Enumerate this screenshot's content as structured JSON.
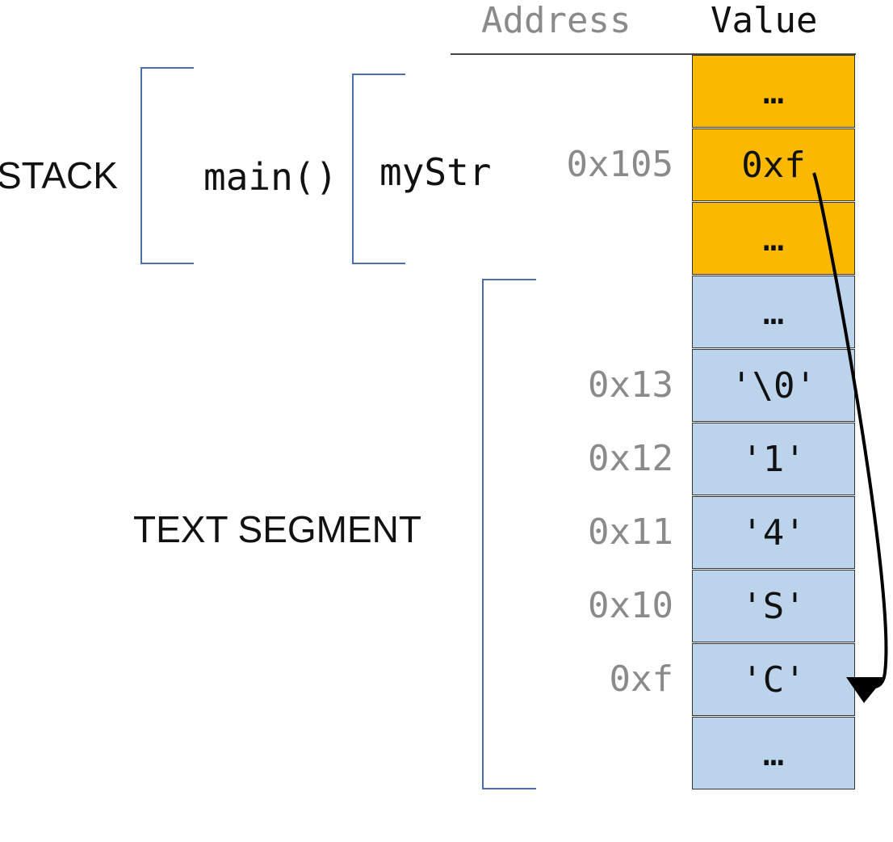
{
  "header": {
    "address": "Address",
    "value": "Value"
  },
  "labels": {
    "stack": "STACK",
    "main": "main()",
    "mystr": "myStr",
    "text_segment": "TEXT SEGMENT"
  },
  "colors": {
    "stack": "#fbb800",
    "text": "#bcd3ec",
    "bracket": "#4a6fb0"
  },
  "cells": [
    {
      "value": "…",
      "address": "",
      "region": "stack"
    },
    {
      "value": "0xf",
      "address": "0x105",
      "region": "stack"
    },
    {
      "value": "…",
      "address": "",
      "region": "stack"
    },
    {
      "value": "…",
      "address": "",
      "region": "text"
    },
    {
      "value": "'\\0'",
      "address": "0x13",
      "region": "text"
    },
    {
      "value": "'1'",
      "address": "0x12",
      "region": "text"
    },
    {
      "value": "'4'",
      "address": "0x11",
      "region": "text"
    },
    {
      "value": "'S'",
      "address": "0x10",
      "region": "text"
    },
    {
      "value": "'C'",
      "address": "0xf",
      "region": "text"
    },
    {
      "value": "…",
      "address": "",
      "region": "text"
    }
  ]
}
